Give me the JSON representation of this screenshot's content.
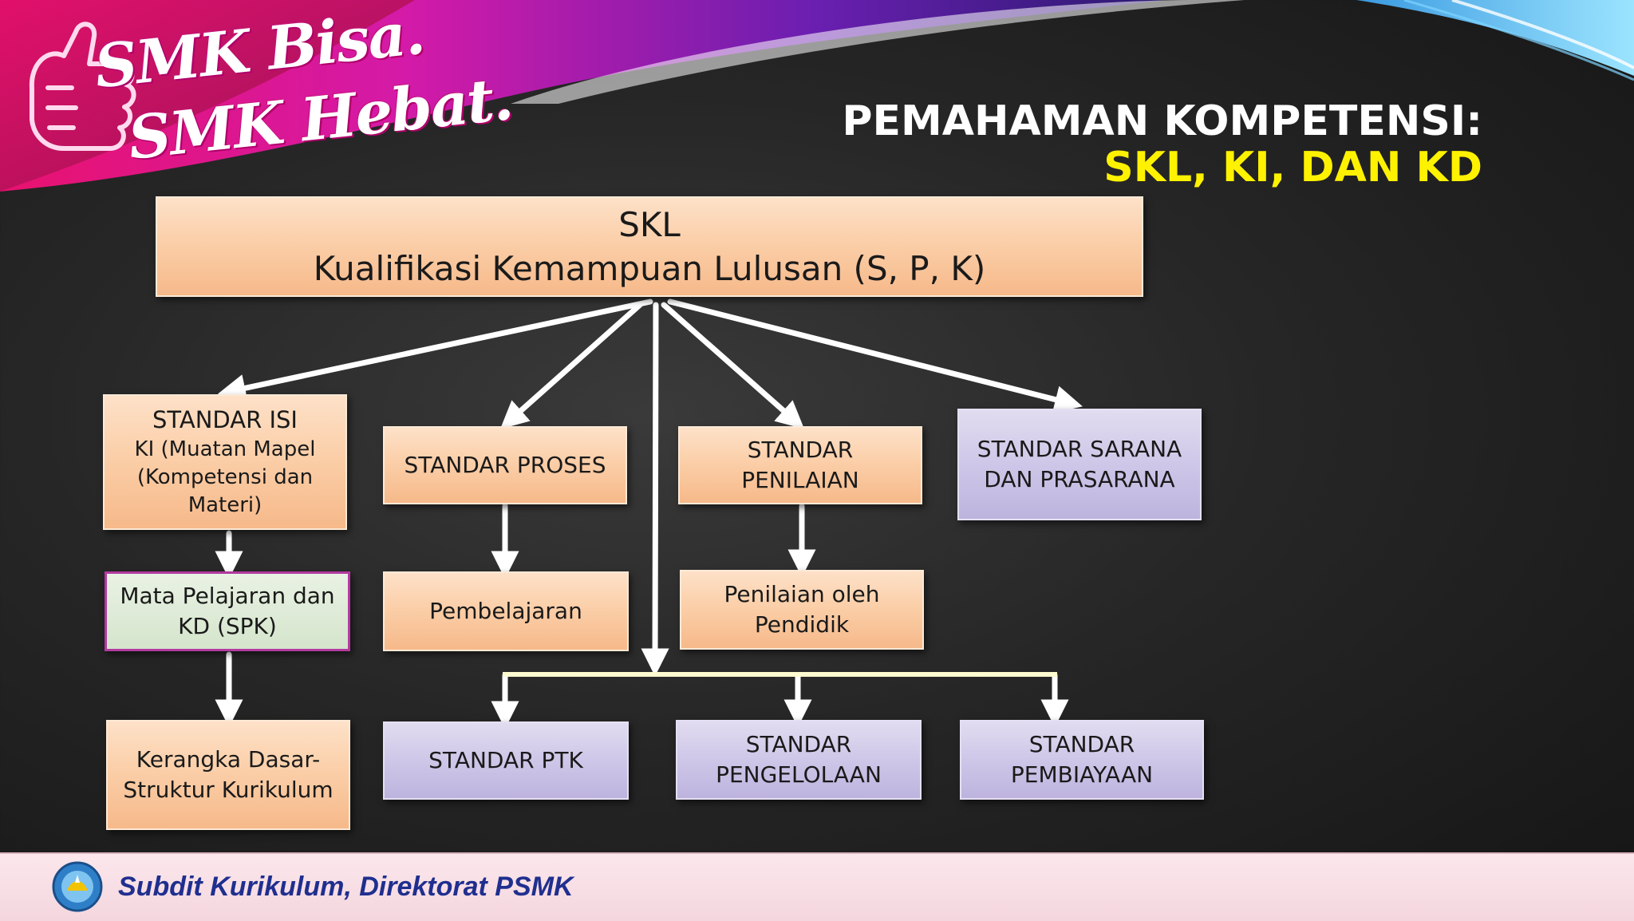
{
  "logo": {
    "line1": "SMK Bisa.",
    "line2": "SMK Hebat."
  },
  "title": {
    "line1": "PEMAHAMAN KOMPETENSI:",
    "line2": "SKL, KI, DAN KD"
  },
  "colors": {
    "title_highlight": "#fff200",
    "peach_box": "#fbcfa9",
    "lavender_box": "#cec7e8",
    "green_box": "#d5e5cc",
    "footer_text": "#1f2f8f"
  },
  "diagram": {
    "skl": "SKL\nKualifikasi Kemampuan Lulusan (S, P, K)",
    "standar_isi": {
      "heading": "STANDAR ISI",
      "body": "KI (Muatan Mapel\n(Kompetensi dan\nMateri)"
    },
    "standar_proses": "STANDAR PROSES",
    "standar_penilaian": "STANDAR\nPENILAIAN",
    "standar_sarana": "STANDAR SARANA\nDAN PRASARANA",
    "mata_pelajaran": "Mata Pelajaran dan\nKD (SPK)",
    "pembelajaran": "Pembelajaran",
    "penilaian_pendidik": "Penilaian oleh\nPendidik",
    "kerangka_dasar": "Kerangka Dasar-\nStruktur Kurikulum",
    "standar_ptk": "STANDAR PTK",
    "standar_pengelolaan": "STANDAR\nPENGELOLAAN",
    "standar_pembiayaan": "STANDAR\nPEMBIAYAAN"
  },
  "footer": {
    "text": "Subdit Kurikulum, Direktorat PSMK",
    "emblem_icon": "tut-wuri-handayani-emblem-icon"
  }
}
